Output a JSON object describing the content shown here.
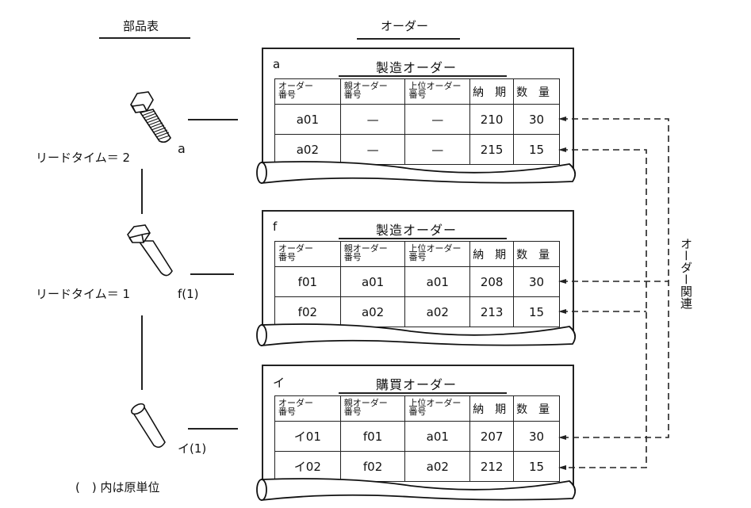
{
  "left_section": {
    "title": "部品表",
    "parts": [
      {
        "id": "a",
        "label": "a",
        "icon": "threaded-bolt-icon",
        "lead_time_label": "リードタイム＝ 2"
      },
      {
        "id": "f",
        "label": "f(1)",
        "icon": "bolt-blank-icon",
        "lead_time_label": "リードタイム＝ 1"
      },
      {
        "id": "i",
        "label": "イ(1)",
        "icon": "cylinder-rod-icon"
      }
    ],
    "footnote": "(　) 内は原単位"
  },
  "right_section": {
    "title": "オーダー",
    "relation_label": "オーダー関連",
    "columns": [
      "オーダー\n番号",
      "親オーダー\n番号",
      "上位オーダー\n番号",
      "納　期",
      "数　量"
    ],
    "column_headers": {
      "order_no_1": "オーダー",
      "order_no_2": "番号",
      "parent_1": "親オーダー",
      "parent_2": "番号",
      "top_1": "上位オーダー",
      "top_2": "番号",
      "due": "納　期",
      "qty": "数　量"
    },
    "panels": [
      {
        "key": "a",
        "title": "製造オーダー",
        "rows": [
          {
            "order_no": "a01",
            "parent": "—",
            "top": "—",
            "due": "210",
            "qty": "30"
          },
          {
            "order_no": "a02",
            "parent": "—",
            "top": "—",
            "due": "215",
            "qty": "15"
          }
        ]
      },
      {
        "key": "f",
        "title": "製造オーダー",
        "rows": [
          {
            "order_no": "f01",
            "parent": "a01",
            "top": "a01",
            "due": "208",
            "qty": "30"
          },
          {
            "order_no": "f02",
            "parent": "a02",
            "top": "a02",
            "due": "213",
            "qty": "15"
          }
        ]
      },
      {
        "key": "イ",
        "title": "購買オーダー",
        "rows": [
          {
            "order_no": "イ01",
            "parent": "f01",
            "top": "a01",
            "due": "207",
            "qty": "30"
          },
          {
            "order_no": "イ02",
            "parent": "f02",
            "top": "a02",
            "due": "212",
            "qty": "15"
          }
        ]
      }
    ]
  }
}
